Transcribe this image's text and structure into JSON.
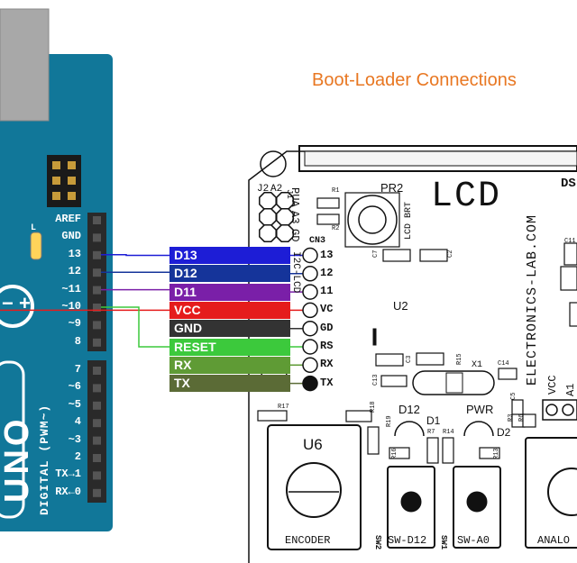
{
  "title": "Boot-Loader Connections",
  "colors": {
    "title": "#e87722",
    "arduino_board": "#117799",
    "header": "#2a2a2a"
  },
  "arduino": {
    "pins_top": [
      {
        "label": "AREF"
      },
      {
        "label": "GND"
      },
      {
        "label": "13"
      },
      {
        "label": "12"
      },
      {
        "label": "~11"
      },
      {
        "label": "~10"
      },
      {
        "label": "~9"
      },
      {
        "label": "8"
      }
    ],
    "pins_bottom": [
      {
        "label": "7"
      },
      {
        "label": "~6"
      },
      {
        "label": "~5"
      },
      {
        "label": "4"
      },
      {
        "label": "~3"
      },
      {
        "label": "2"
      },
      {
        "label": "TX→1"
      },
      {
        "label": "RX←0"
      }
    ],
    "led_label": "L",
    "digital_label": "DIGITAL (PWM~)",
    "uno_label": "UNO",
    "r2_label": "R2"
  },
  "signals": [
    {
      "name": "D13",
      "color": "#1d1dd6"
    },
    {
      "name": "D12",
      "color": "#15349a"
    },
    {
      "name": "D11",
      "color": "#7a1fa8"
    },
    {
      "name": "VCC",
      "color": "#e51c1c"
    },
    {
      "name": "GND",
      "color": "#333333"
    },
    {
      "name": "RESET",
      "color": "#3cc93c"
    },
    {
      "name": "RX",
      "color": "#5f9b35"
    },
    {
      "name": "TX",
      "color": "#5b6b36"
    }
  ],
  "cn3": {
    "label": "CN3",
    "pins": [
      "13",
      "12",
      "11",
      "VC",
      "GD",
      "RS",
      "RX",
      "TX"
    ]
  },
  "pcb": {
    "lcd": "LCD",
    "pr2": "PR2",
    "lcd_brt": "LCD BRT",
    "brand": "ELECTRONICS-LAB.COM",
    "u2": "U2",
    "u6": "U6",
    "encoder": "ENCODER",
    "d1": "D1",
    "d2": "D2",
    "d12": "D12",
    "pwr": "PWR",
    "sw_d12": "SW-D12",
    "sw_a0": "SW-A0",
    "sw2": "SW2",
    "sw1": "SW1",
    "x1": "X1",
    "j2": "J2",
    "a2": "A2",
    "pua": "PUA",
    "a3": "A3",
    "gd": "GD",
    "j1": "J1",
    "i2c_lcd": "I2C-LCD",
    "vcc": "VCC",
    "a1": "A1",
    "analog": "ANALO",
    "ds": "DS",
    "refs": [
      "R1",
      "R2",
      "C7",
      "C2",
      "R15",
      "C14",
      "C3",
      "C13",
      "R17",
      "R18",
      "R19",
      "R7",
      "R14",
      "R16",
      "R13",
      "C5",
      "R3",
      "R6",
      "C11"
    ]
  }
}
